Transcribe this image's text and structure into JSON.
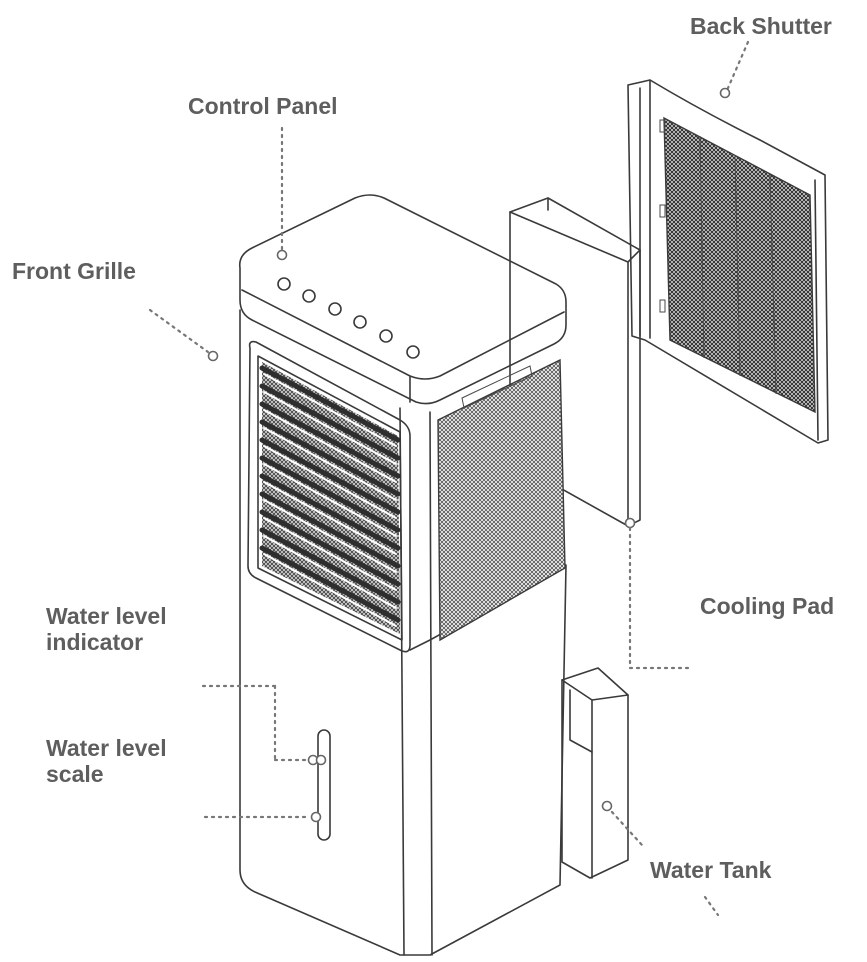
{
  "labels": {
    "back_shutter": "Back Shutter",
    "control_panel": "Control Panel",
    "front_grille": "Front Grille",
    "cooling_pad": "Cooling Pad",
    "water_level_indicator_line1": "Water level",
    "water_level_indicator_line2": "indicator",
    "water_level_scale_line1": "Water level",
    "water_level_scale_line2": "scale",
    "water_tank": "Water Tank"
  },
  "colors": {
    "label_text": "#5e5e5e",
    "line": "#3a3a3a",
    "leader": "#777777",
    "mesh": "#555555"
  }
}
